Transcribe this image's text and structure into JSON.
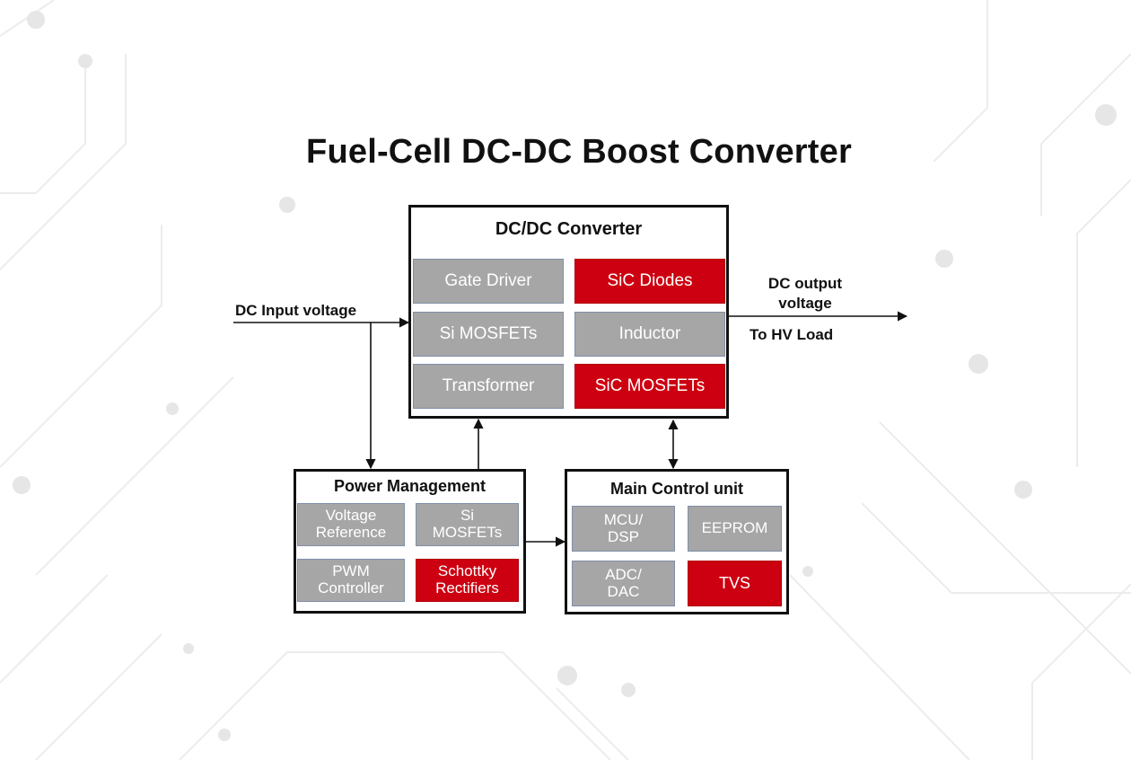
{
  "title": "Fuel-Cell DC-DC Boost Converter",
  "colors": {
    "accent_red": "#cc0010",
    "block_gray": "#a6a6a6",
    "outline": "#111111"
  },
  "dcdc": {
    "title": "DC/DC Converter",
    "cells": [
      "Gate Driver",
      "SiC Diodes",
      "Si MOSFETs",
      "Inductor",
      "Transformer",
      "SiC MOSFETs"
    ]
  },
  "power_management": {
    "title": "Power Management",
    "cells": [
      [
        "Voltage",
        "Reference"
      ],
      [
        "Si",
        "MOSFETs"
      ],
      [
        "PWM",
        "Controller"
      ],
      [
        "Schottky",
        "Rectifiers"
      ]
    ]
  },
  "main_control": {
    "title": "Main Control unit",
    "cells": [
      [
        "MCU/",
        "DSP"
      ],
      [
        "EEPROM"
      ],
      [
        "ADC/",
        "DAC"
      ],
      [
        "TVS"
      ]
    ]
  },
  "labels": {
    "input": "DC Input voltage",
    "output_line1": "DC output",
    "output_line2": "voltage",
    "load": "To HV Load"
  }
}
